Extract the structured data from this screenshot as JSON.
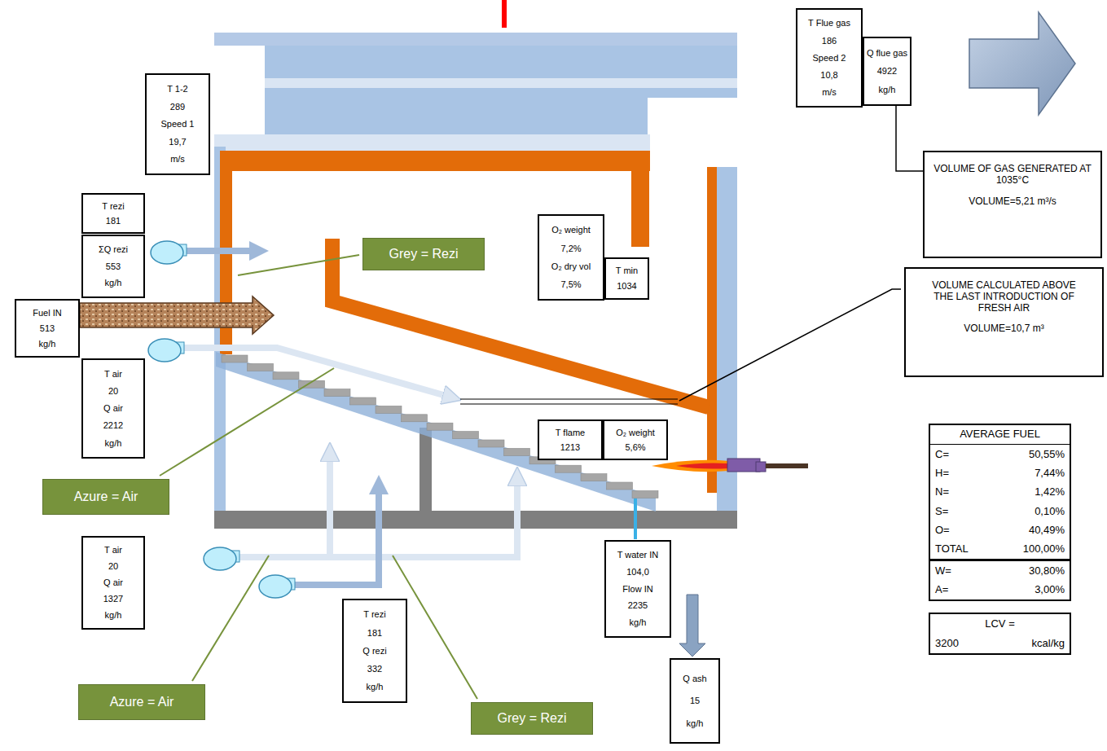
{
  "diagram": {
    "nodes": [
      {
        "text": [
          "T Flue gas",
          "186",
          "Speed 2",
          "10,8",
          "m/s"
        ]
      },
      {
        "text": [
          "Q flue gas",
          "4922",
          "kg/h"
        ]
      },
      {
        "text": [
          "T 1-2",
          "289",
          "Speed 1",
          "19,7",
          "m/s"
        ]
      },
      {
        "text": [
          "VOLUME OF GAS GENERATED AT 1035°C",
          "VOLUME=5,21 m³/s"
        ]
      },
      {
        "text": [
          "T rezi",
          "181"
        ]
      },
      {
        "text": [
          "ΣQ rezi",
          "553",
          "kg/h"
        ]
      },
      {
        "text": [
          "O₂ weight",
          "7,2%",
          "O₂ dry vol",
          "7,5%"
        ]
      },
      {
        "text": [
          "T min",
          "1034"
        ]
      },
      {
        "text": [
          "Grey = Rezi"
        ]
      },
      {
        "text": [
          "VOLUME CALCULATED ABOVE THE LAST INTRODUCTION OF FRESH AIR",
          "VOLUME=10,7 m³"
        ]
      },
      {
        "text": [
          "Fuel IN",
          "513",
          "kg/h"
        ]
      },
      {
        "text": [
          "T air",
          "20",
          "Q air",
          "2212",
          "kg/h"
        ]
      },
      {
        "text": [
          "T flame",
          "1213"
        ]
      },
      {
        "text": [
          "O₂ weight",
          "5,6%"
        ]
      },
      {
        "text": [
          "AVERAGE FUEL",
          "C=",
          "50,55%",
          "H=",
          "7,44%",
          "N=",
          "1,42%",
          "S=",
          "0,10%",
          "O=",
          "40,49%",
          "TOTAL",
          "100,00%",
          "W=",
          "30,80%",
          "A=",
          "3,00%"
        ]
      },
      {
        "text": [
          "Azure = Air"
        ]
      },
      {
        "text": [
          "T air",
          "20",
          "Q air",
          "1327",
          "kg/h"
        ]
      },
      {
        "text": [
          "T water IN",
          "104,0",
          "Flow IN",
          "2235",
          "kg/h"
        ]
      },
      {
        "text": [
          "T rezi",
          "181",
          "Q rezi",
          "332",
          "kg/h"
        ]
      },
      {
        "text": [
          "LCV =",
          "3200",
          "kcal/kg"
        ]
      },
      {
        "text": [
          "Q ash",
          "15",
          "kg/h"
        ]
      },
      {
        "text": [
          "Azure = Air"
        ]
      },
      {
        "text": [
          "Grey = Rezi"
        ]
      }
    ],
    "edges": [
      {
        "from": 1,
        "to": 3,
        "arrow": "none"
      }
    ]
  }
}
